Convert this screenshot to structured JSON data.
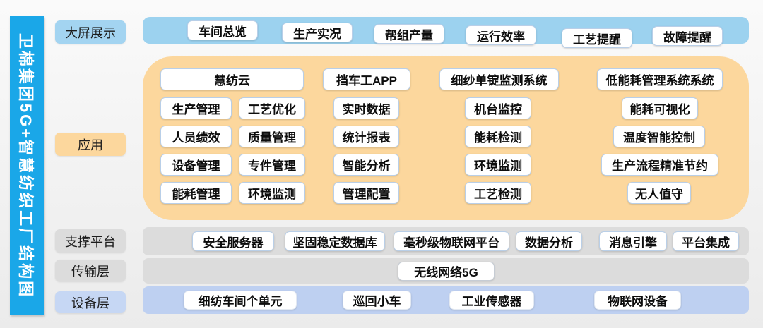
{
  "diagram_title": "卫棉集团5G+智慧纺织工厂结构图",
  "colors": {
    "title_bar": "#1aa7e8",
    "display_layer": "#9cd2ef",
    "application_layer": "#fcd79d",
    "platform_layer": "#dcdcdc",
    "transport_layer": "#dcdcdc",
    "device_layer": "#bed0f1",
    "node_background": "#ffffff"
  },
  "display": {
    "label": "大屏展示",
    "items": [
      "车间总览",
      "生产实况",
      "帮组产量",
      "运行效率",
      "工艺提醒",
      "故障提醒"
    ]
  },
  "app": {
    "label": "应用",
    "headers": [
      "慧纺云",
      "挡车工APP",
      "细纱单锭监测系统",
      "低能耗管理系统系统"
    ],
    "col_a": [
      "生产管理",
      "人员绩效",
      "设备管理",
      "能耗管理"
    ],
    "col_b": [
      "工艺优化",
      "质量管理",
      "专件管理",
      "环境监测"
    ],
    "col_c": [
      "实时数据",
      "统计报表",
      "智能分析",
      "管理配置"
    ],
    "col_d": [
      "机台监控",
      "能耗检测",
      "环境监测",
      "工艺检测"
    ],
    "col_e": [
      "能耗可视化",
      "温度智能控制",
      "生产流程精准节约",
      "无人值守"
    ]
  },
  "platform": {
    "label": "支撑平台",
    "items": [
      "安全服务器",
      "坚固稳定数据库",
      "毫秒级物联网平台",
      "数据分析",
      "消息引擎",
      "平台集成"
    ]
  },
  "transport": {
    "label": "传输层",
    "items": [
      "无线网络5G"
    ]
  },
  "device": {
    "label": "设备层",
    "items": [
      "细纺车间个单元",
      "巡回小车",
      "工业传感器",
      "物联网设备"
    ]
  }
}
